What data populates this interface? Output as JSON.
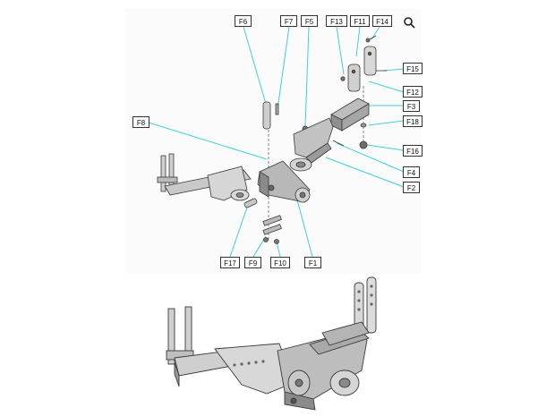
{
  "labels": {
    "F1": "F1",
    "F2": "F2",
    "F3": "F3",
    "F4": "F4",
    "F5": "F5",
    "F6": "F6",
    "F7": "F7",
    "F8": "F8",
    "F9": "F9",
    "F10": "F10",
    "F11": "F11",
    "F12": "F12",
    "F13": "F13",
    "F14": "F14",
    "F15": "F15",
    "F16": "F16",
    "F17": "F17",
    "F18": "F18"
  },
  "icons": {
    "zoom": "magnifier-icon"
  },
  "colors": {
    "leader": "#3fd0d8",
    "metal": "#c9c9c9",
    "metal_dark": "#7a7a7a",
    "outline": "#3a3a3a"
  }
}
